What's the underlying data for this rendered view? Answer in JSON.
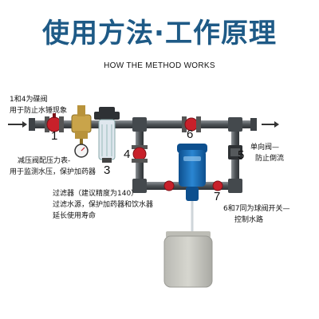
{
  "header": {
    "title": "使用方法·工作原理",
    "subtitle": "HOW THE METHOD WORKS"
  },
  "labels": {
    "note_1_4_line1": "1和4为碟阀",
    "note_1_4_line2": "用于防止水锤现象",
    "note_2_line1": "减压阀配压力表-",
    "note_2_line2": "用于监测水压，保护加药器",
    "note_3_line1": "过滤器（建议精度为140）",
    "note_3_line2": "过滤水源，保护加药器和饮水器",
    "note_3_line3": "延长使用寿命",
    "note_5_line1": "单向阀—",
    "note_5_line2": "防止倒流",
    "note_6_7_line1": "6和7同为球阀开关—",
    "note_6_7_line2": "控制水路"
  },
  "numbers": {
    "n1": "1",
    "n3": "3",
    "n4": "4",
    "n5": "5",
    "n6": "6",
    "n7": "7"
  },
  "colors": {
    "title": "#1e5a86",
    "pipe": "#5f6468",
    "valve_red": "#c8202a",
    "dispenser_blue": "#1569b4",
    "brass": "#c9a44a"
  }
}
